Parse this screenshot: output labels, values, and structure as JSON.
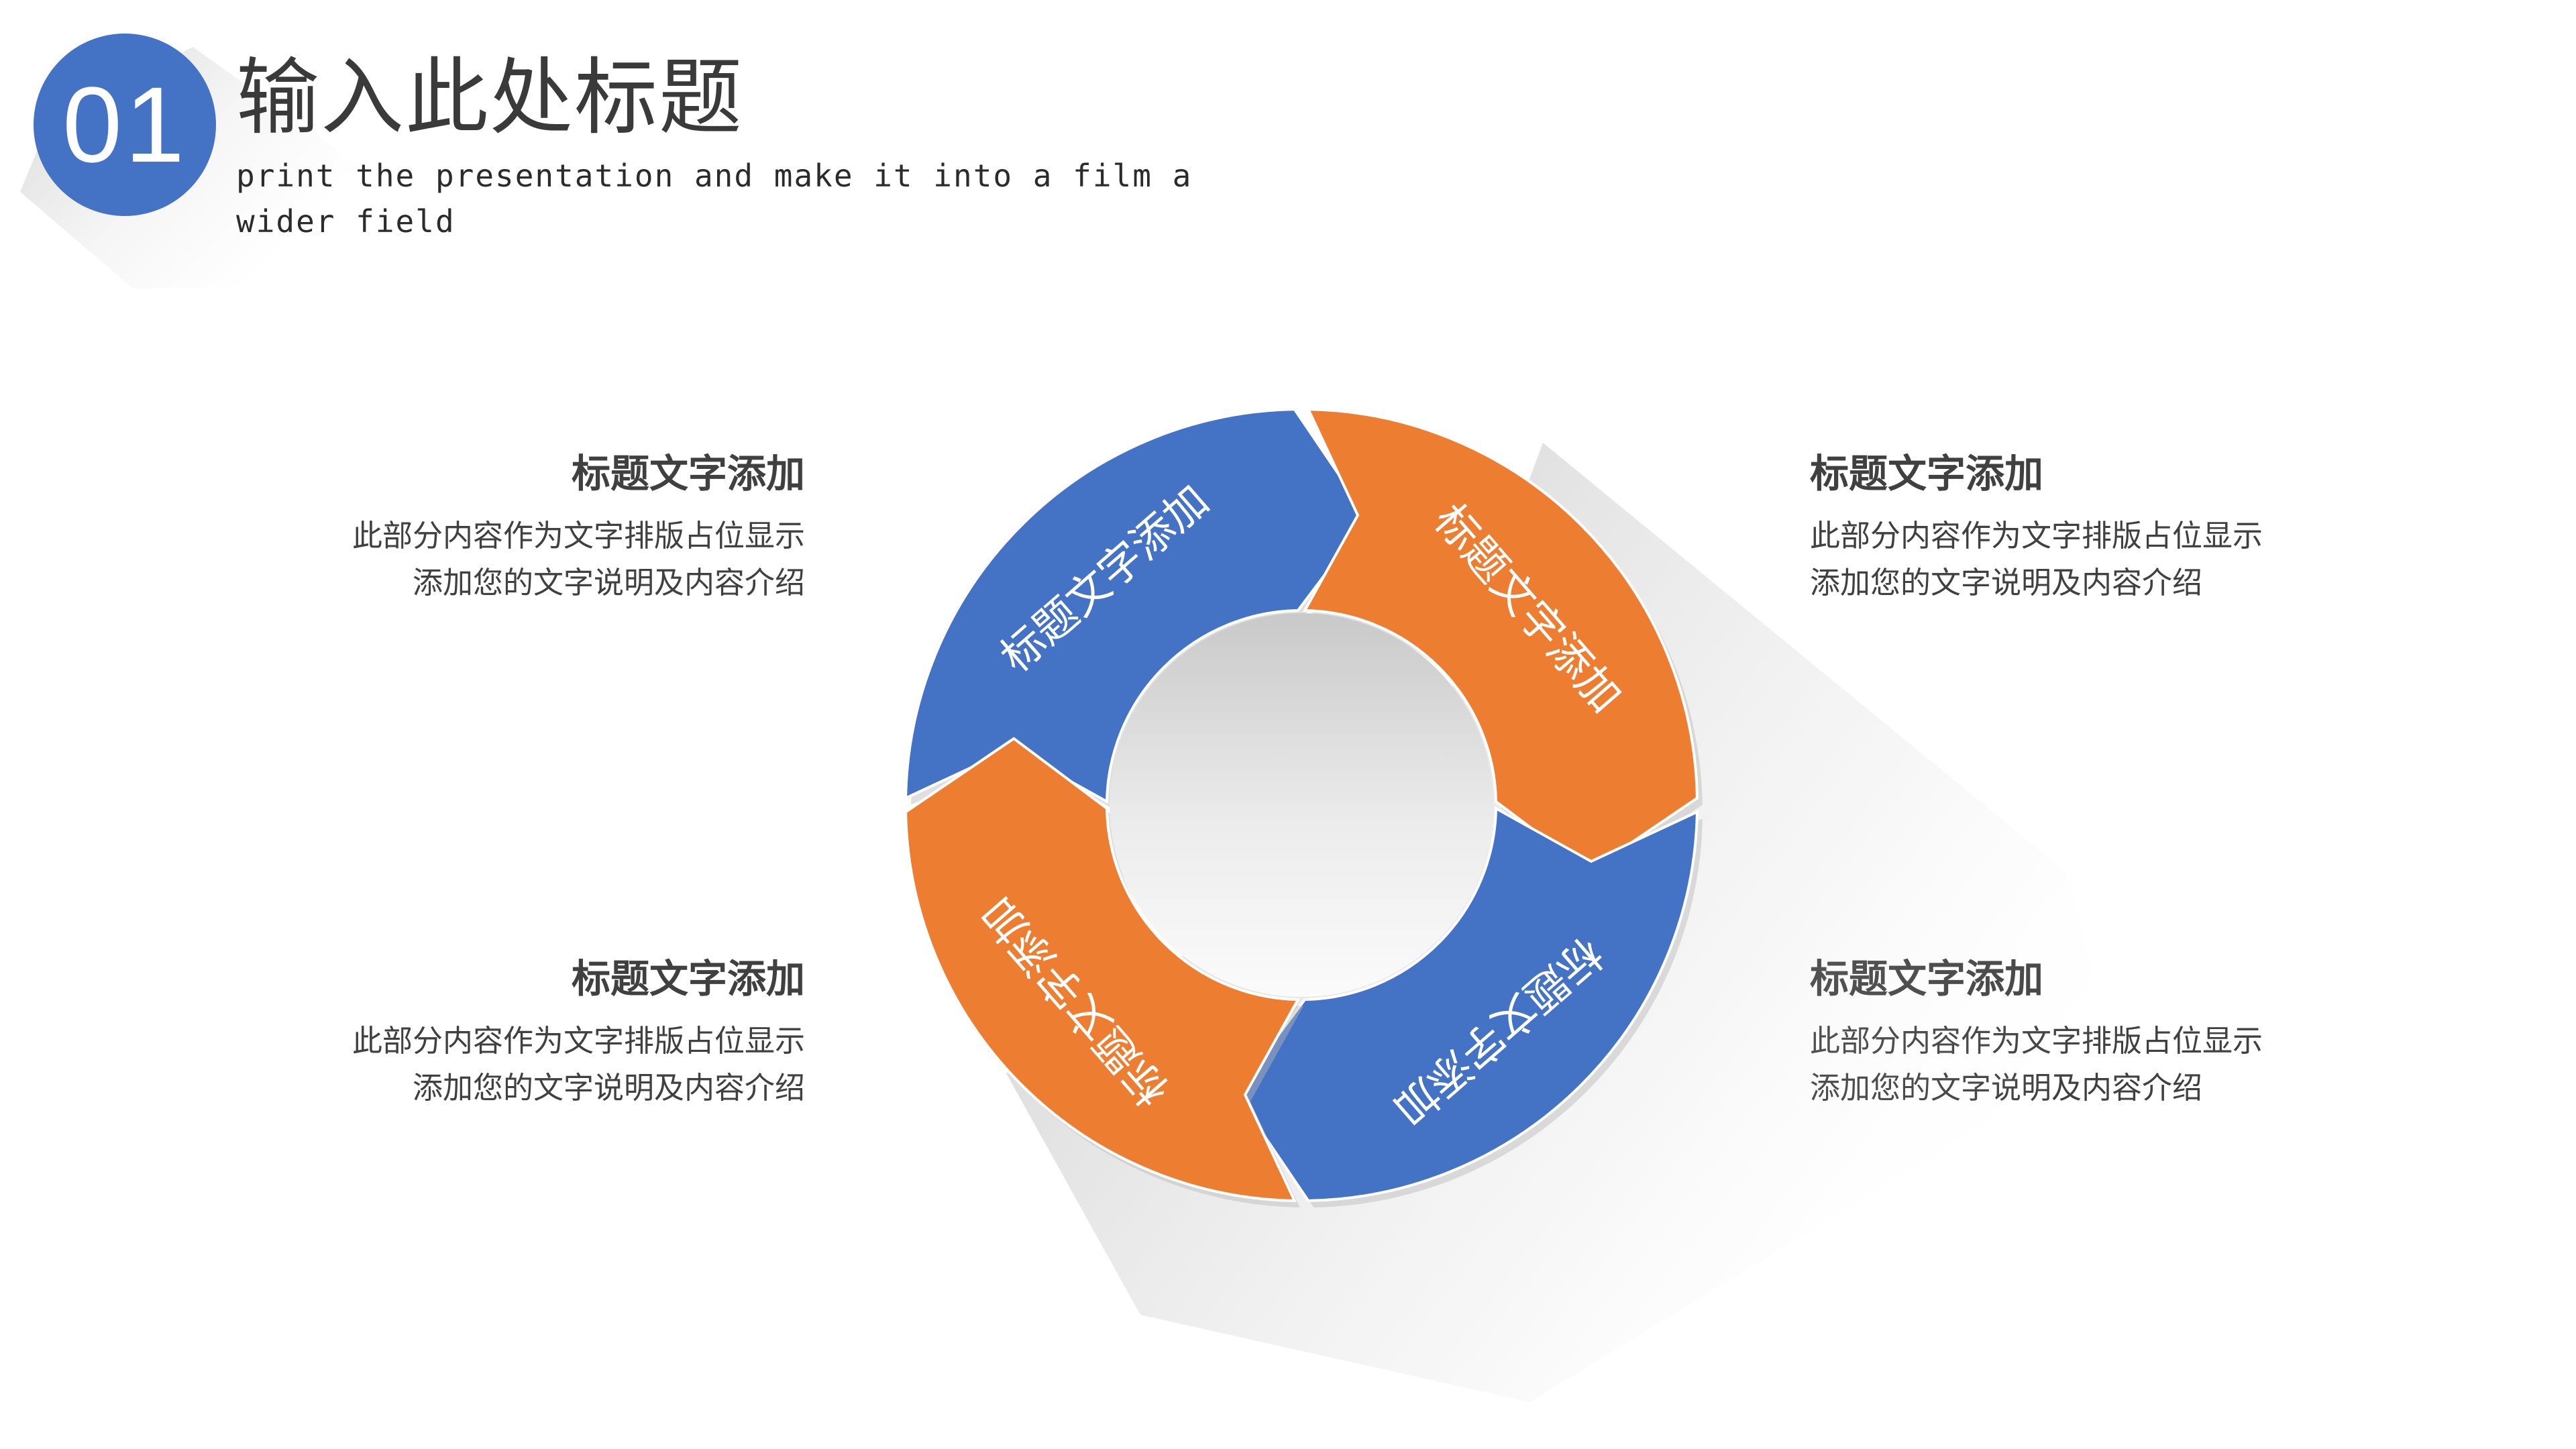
{
  "header": {
    "number": "01",
    "title": "输入此处标题",
    "subtitle": "print the presentation and make it into a film a wider field"
  },
  "colors": {
    "blue": "#4472C4",
    "orange": "#ED7D31",
    "text": "#404040"
  },
  "cycle": {
    "segments": [
      {
        "label": "标题文字添加",
        "color": "blue"
      },
      {
        "label": "标题文字添加",
        "color": "orange"
      },
      {
        "label": "标题文字添加",
        "color": "blue"
      },
      {
        "label": "标题文字添加",
        "color": "orange"
      }
    ]
  },
  "blocks": {
    "top_left": {
      "heading": "标题文字添加",
      "body": [
        "此部分内容作为文字排版占位显示",
        "添加您的文字说明及内容介绍"
      ]
    },
    "top_right": {
      "heading": "标题文字添加",
      "body": [
        "此部分内容作为文字排版占位显示",
        "添加您的文字说明及内容介绍"
      ]
    },
    "bottom_left": {
      "heading": "标题文字添加",
      "body": [
        "此部分内容作为文字排版占位显示",
        "添加您的文字说明及内容介绍"
      ]
    },
    "bottom_right": {
      "heading": "标题文字添加",
      "body": [
        "此部分内容作为文字排版占位显示",
        "添加您的文字说明及内容介绍"
      ]
    }
  }
}
